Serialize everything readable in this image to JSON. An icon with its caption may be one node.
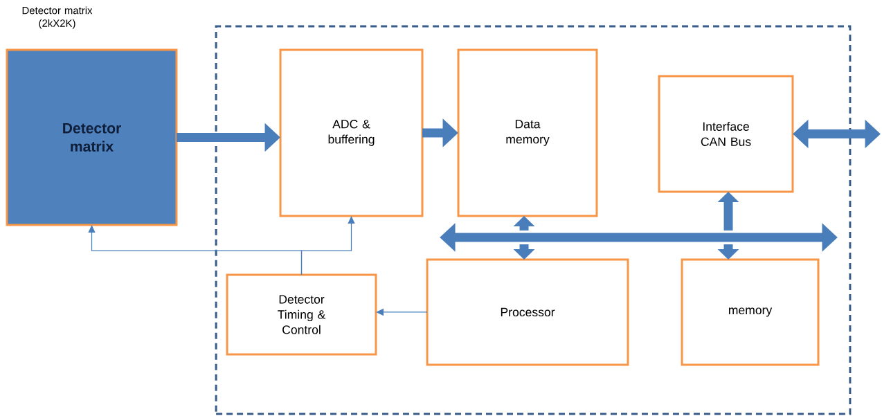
{
  "diagram": {
    "nodes": [
      {
        "text": [
          "Detector matrix"
        ],
        "beside": [
          "Detector matrix (2kX2K)"
        ]
      },
      {
        "text": [],
        "shape": "box"
      },
      {
        "text": [
          "ADC & buffering"
        ],
        "in": 1
      },
      {
        "text": [
          "Data memory"
        ],
        "in": 1
      },
      {
        "text": [
          "Interface CAN Bus"
        ],
        "in": 1
      },
      {
        "text": [],
        "shape": "bar",
        "in": 1
      },
      {
        "text": [
          "Detector Timing & Control"
        ],
        "in": 1
      },
      {
        "text": [
          "Processor"
        ],
        "in": 1
      },
      {
        "text": [
          "memory"
        ],
        "in": 1
      }
    ],
    "edges": [
      {
        "from": 0,
        "to": 2,
        "arrow": "to"
      },
      {
        "from": 2,
        "to": 3,
        "arrow": "to"
      },
      {
        "from": 4,
        "to": null,
        "arrow": "both"
      },
      {
        "from": 5,
        "to": 3,
        "arrow": "to"
      },
      {
        "from": 5,
        "to": 7,
        "arrow": "to"
      },
      {
        "from": 5,
        "to": 4,
        "arrow": "to"
      },
      {
        "from": 5,
        "to": 8,
        "arrow": "to"
      },
      {
        "from": 6,
        "to": 0,
        "arrow": "to"
      },
      {
        "from": 6,
        "to": 2,
        "arrow": "to"
      },
      {
        "from": 7,
        "to": 6,
        "arrow": "to"
      }
    ]
  }
}
